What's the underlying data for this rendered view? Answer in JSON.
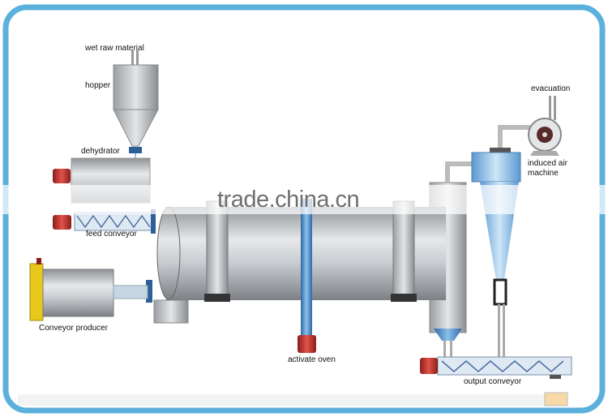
{
  "labels": {
    "wet_raw_material": "wet raw material",
    "hopper": "hopper",
    "dehydrator": "dehydrator",
    "feed_conveyor": "feed conveyor",
    "conveyor_producer": "Conveyor producer",
    "activate_oven": "activate oven",
    "output_conveyor": "output conveyor",
    "evacuation": "evacuation",
    "induced_air_line1": "induced air",
    "induced_air_line2": "machine"
  },
  "watermark": "trade.china.cn",
  "colors": {
    "frame": "#5bb0dc",
    "pipe_blue": "#3f7fc0",
    "motor_red": "#c0392b",
    "steel": "#b8bcc0",
    "yellow": "#e8c81a"
  }
}
